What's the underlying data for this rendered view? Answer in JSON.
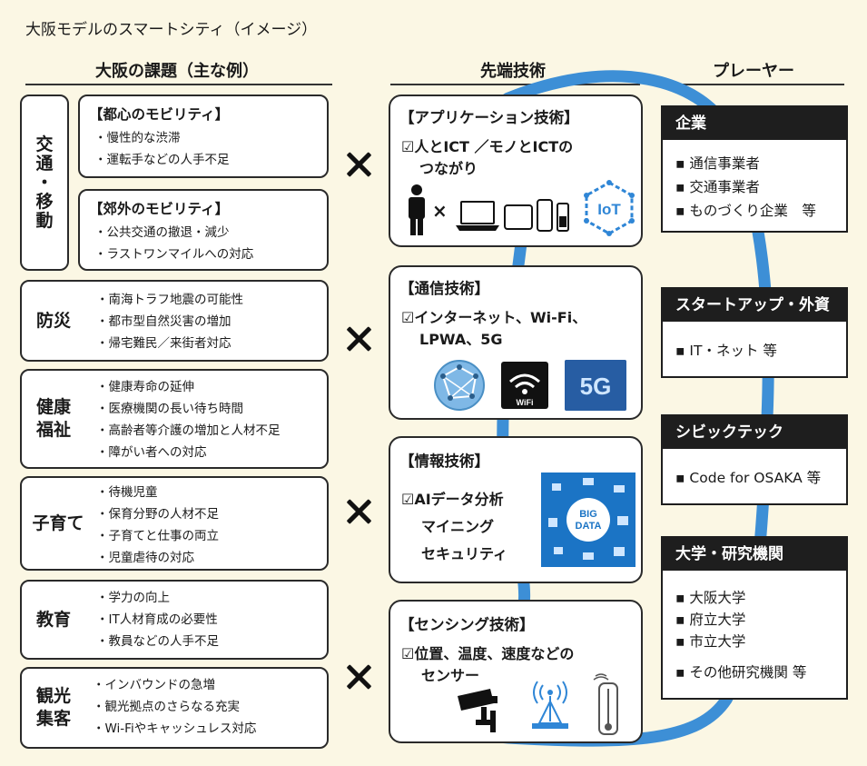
{
  "title": "大阪モデルのスマートシティ（イメージ）",
  "headers": {
    "issues": "大阪の課題（主な例）",
    "tech": "先端技術",
    "players": "プレーヤー"
  },
  "times_symbol": "×",
  "issues": {
    "mobility": {
      "category": "交\n通\n・\n移\n動",
      "urban": {
        "title": "【都心のモビリティ】",
        "items": [
          "・慢性的な渋滞",
          "・運転手などの人手不足"
        ]
      },
      "suburban": {
        "title": "【郊外のモビリティ】",
        "items": [
          "・公共交通の撤退・減少",
          "・ラストワンマイルへの対応"
        ]
      }
    },
    "disaster": {
      "category": "防災",
      "items": [
        "・南海トラフ地震の可能性",
        "・都市型自然災害の増加",
        "・帰宅難民／来街者対応"
      ]
    },
    "health": {
      "category": "健康\n福祉",
      "items": [
        "・健康寿命の延伸",
        "・医療機関の長い待ち時間",
        "・高齢者等介護の増加と人材不足",
        "・障がい者への対応"
      ]
    },
    "childcare": {
      "category": "子育て",
      "items": [
        "・待機児童",
        "・保育分野の人材不足",
        "・子育てと仕事の両立",
        "・児童虐待の対応"
      ]
    },
    "education": {
      "category": "教育",
      "items": [
        "・学力の向上",
        "・IT人材育成の必要性",
        "・教員などの人手不足"
      ]
    },
    "tourism": {
      "category": "観光\n集客",
      "items": [
        "・インバウンドの急増",
        "・観光拠点のさらなる充実",
        "・Wi-Fiやキャッシュレス対応"
      ]
    }
  },
  "tech": {
    "application": {
      "title": "【アプリケーション技術】",
      "lines": [
        "☑人とICT ／モノとICTの",
        "つながり"
      ],
      "times": "×",
      "iot_label": "IoT"
    },
    "communication": {
      "title": "【通信技術】",
      "lines": [
        "☑インターネット、Wi-Fi、",
        "LPWA、5G"
      ],
      "wifi_label": "WiFi",
      "fiveg_label": "5G"
    },
    "information": {
      "title": "【情報技術】",
      "lines": [
        "☑AIデータ分析",
        "マイニング",
        "セキュリティ"
      ],
      "bigdata_label": [
        "BIG",
        "DATA"
      ]
    },
    "sensing": {
      "title": "【センシング技術】",
      "lines": [
        "☑位置、温度、速度などの",
        "センサー"
      ]
    }
  },
  "players": {
    "enterprise": {
      "title": "企業",
      "items": [
        "▪ 通信事業者",
        "▪ 交通事業者",
        "▪ ものづくり企業　等"
      ]
    },
    "startup": {
      "title": "スタートアップ・外資",
      "items": [
        "▪ IT・ネット 等"
      ]
    },
    "civictech": {
      "title": "シビックテック",
      "items": [
        "▪ Code for OSAKA 等"
      ]
    },
    "university": {
      "title": "大学・研究機関",
      "items": [
        "▪ 大阪大学",
        "▪ 府立大学",
        "▪ 市立大学",
        "▪ その他研究機関 等"
      ]
    }
  },
  "colors": {
    "background": "#fbf7e4",
    "ring": "#3d8fd6",
    "accent": "#2f86d6"
  }
}
